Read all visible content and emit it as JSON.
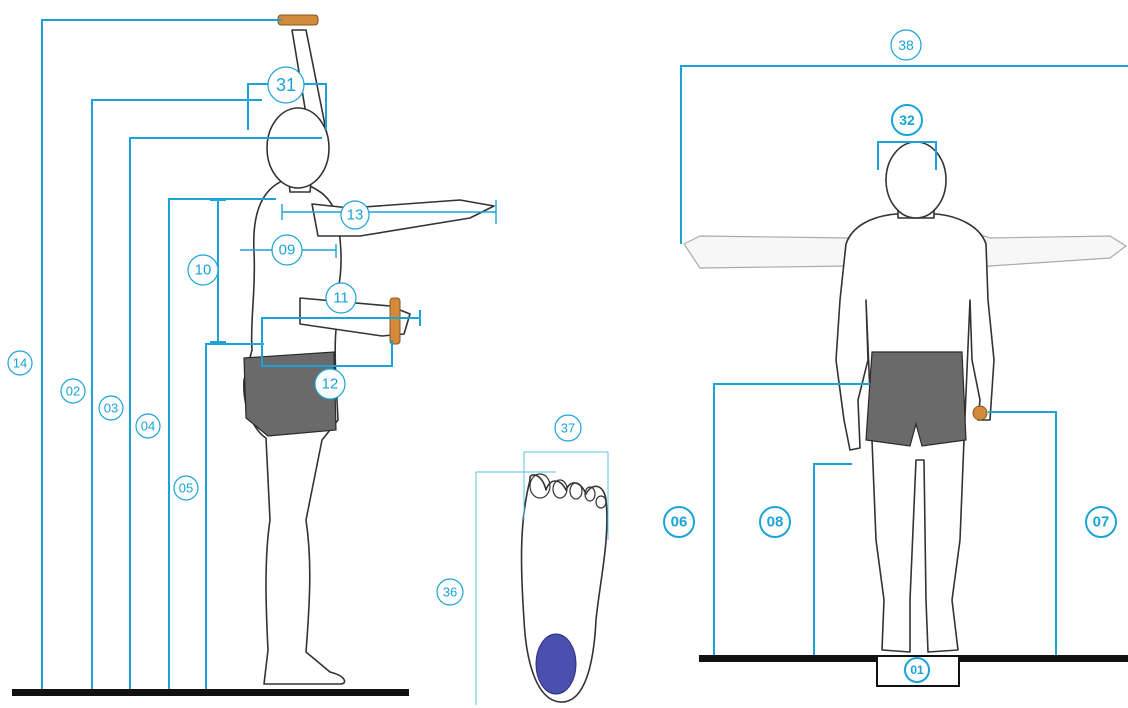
{
  "side_view": {
    "badges": {
      "m14": "14",
      "m02": "02",
      "m03": "03",
      "m04": "04",
      "m05": "05",
      "m31": "31",
      "m13": "13",
      "m09": "09",
      "m10": "10",
      "m11": "11",
      "m12": "12"
    }
  },
  "foot_view": {
    "badges": {
      "m37": "37",
      "m36": "36"
    }
  },
  "front_view": {
    "badges": {
      "m38": "38",
      "m32": "32",
      "m06": "06",
      "m08": "08",
      "m07": "07",
      "m01": "01"
    }
  },
  "colors": {
    "measure_line": "#1aa3d9",
    "ground": "#111111",
    "grip": "#d38a3a",
    "heel_pad": "#4a4fb0"
  }
}
